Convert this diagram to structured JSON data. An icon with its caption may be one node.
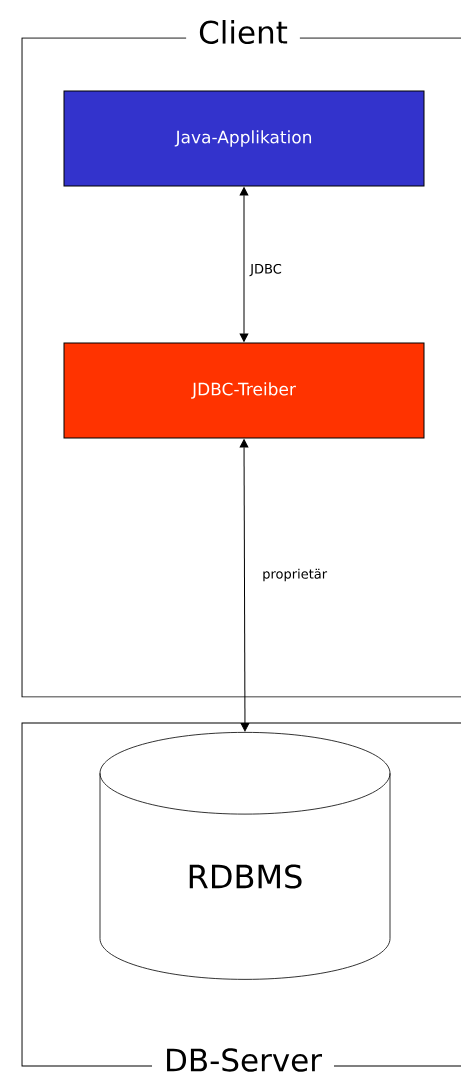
{
  "diagram": {
    "nodes": [
      {
        "text": [
          "Client"
        ]
      },
      {
        "text": [
          "Java-Applikation"
        ],
        "in": 0
      },
      {
        "text": [
          "JDBC-Treiber"
        ],
        "in": 0
      },
      {
        "text": [
          "DB-Server"
        ]
      },
      {
        "text": [
          "RDBMS"
        ],
        "in": 3
      }
    ],
    "edges": [
      {
        "from": 1,
        "to": 2,
        "arrow": "both",
        "label": "JDBC"
      },
      {
        "from": 2,
        "to": 4,
        "arrow": "both",
        "label": "proprietär"
      }
    ]
  }
}
